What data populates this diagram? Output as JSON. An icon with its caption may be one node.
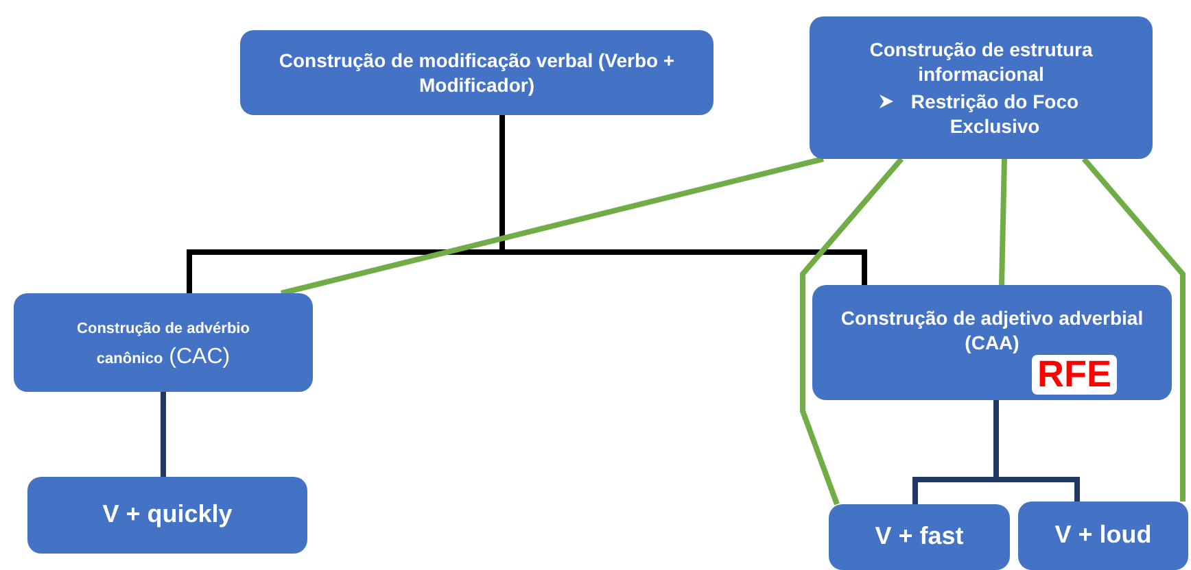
{
  "diagram": {
    "nodes": [
      {
        "text": [
          "Construção de modificação verbal (Verbo + Modificador)"
        ]
      },
      {
        "text": [
          "Construção de estrutura informacional",
          "Restrição do Foco Exclusivo"
        ]
      },
      {
        "text": [
          "**Construção de advérbio canônico** (CAC)"
        ]
      },
      {
        "text": [
          "Construção de adjetivo adverbial (CAA)",
          "RFE"
        ]
      },
      {
        "text": [
          "V + quickly"
        ]
      },
      {
        "text": [
          "V + fast"
        ]
      },
      {
        "text": [
          "V + loud"
        ]
      }
    ],
    "edges": [
      {
        "from": 0,
        "to": 2,
        "arrow": "none",
        "color": "#000000"
      },
      {
        "from": 0,
        "to": 3,
        "arrow": "none",
        "color": "#000000"
      },
      {
        "from": 1,
        "to": 2,
        "arrow": "none"
      },
      {
        "from": 1,
        "to": 3,
        "arrow": "none"
      },
      {
        "from": 1,
        "to": 5,
        "arrow": "none"
      },
      {
        "from": 1,
        "to": 6,
        "arrow": "none"
      },
      {
        "from": 2,
        "to": 4,
        "arrow": "none",
        "color": "#1f3864"
      },
      {
        "from": 3,
        "to": 5,
        "arrow": "none",
        "color": "#1f3864"
      },
      {
        "from": 3,
        "to": 6,
        "arrow": "none",
        "color": "#1f3864"
      }
    ]
  }
}
